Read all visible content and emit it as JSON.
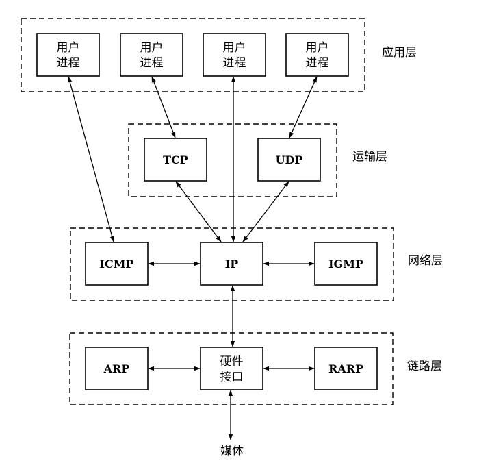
{
  "layers": {
    "application": "应用层",
    "transport": "运输层",
    "network": "网络层",
    "link": "链路层"
  },
  "boxes": {
    "user_process_1": [
      "用户",
      "进程"
    ],
    "user_process_2": [
      "用户",
      "进程"
    ],
    "user_process_3": [
      "用户",
      "进程"
    ],
    "user_process_4": [
      "用户",
      "进程"
    ],
    "tcp": "TCP",
    "udp": "UDP",
    "icmp": "ICMP",
    "ip": "IP",
    "igmp": "IGMP",
    "arp": "ARP",
    "hardware_interface": [
      "硬件",
      "接口"
    ],
    "rarp": "RARP"
  },
  "media": "媒体"
}
